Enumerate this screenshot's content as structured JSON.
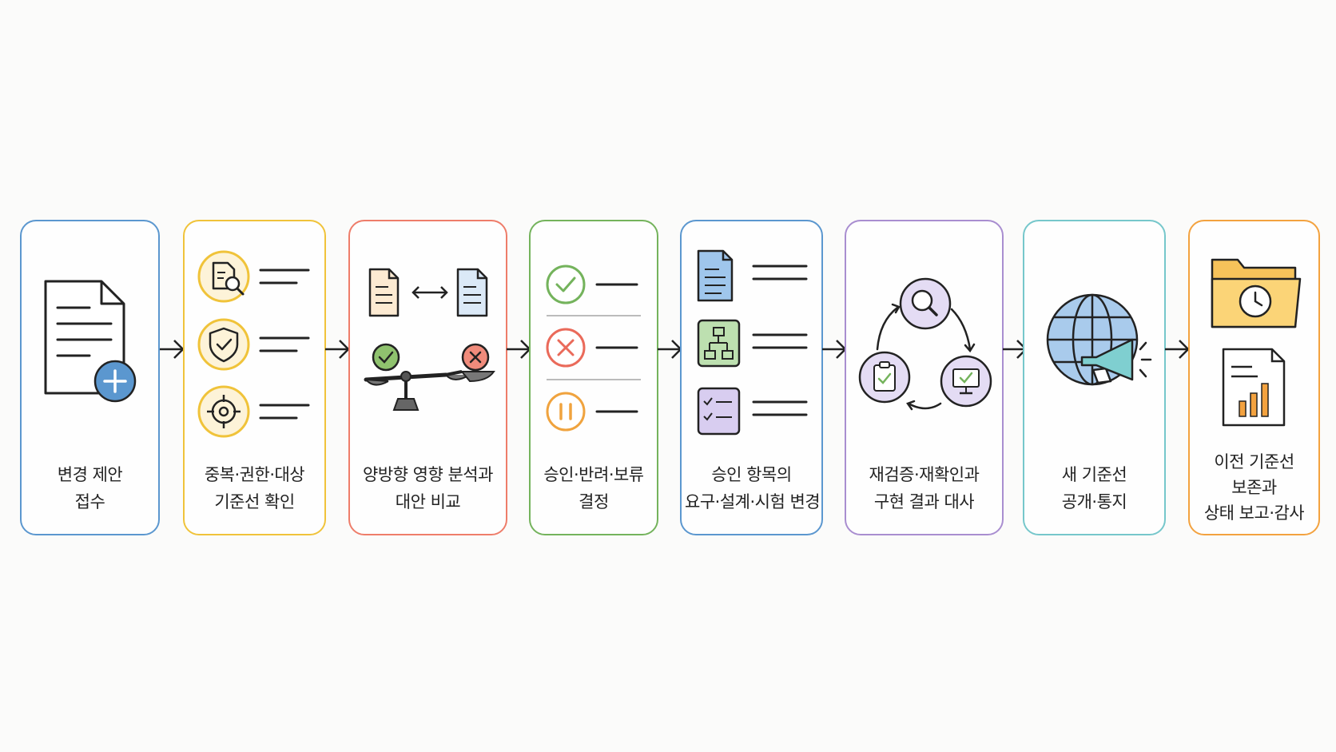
{
  "colors": {
    "blue": "#5b97cf",
    "yellow": "#f0c33a",
    "red": "#ee7d6a",
    "green": "#74b35c",
    "purple": "#a98ed0",
    "teal": "#76c7cb",
    "orange": "#f3a23f"
  },
  "steps": [
    {
      "lines": [
        "변경 제안",
        "접수"
      ]
    },
    {
      "lines": [
        "중복·권한·대상",
        "기준선 확인"
      ]
    },
    {
      "lines": [
        "양방향 영향 분석과",
        "대안 비교"
      ]
    },
    {
      "lines": [
        "승인·반려·보류",
        "결정"
      ]
    },
    {
      "lines": [
        "승인 항목의",
        "요구·설계·시험 변경"
      ]
    },
    {
      "lines": [
        "재검증·재확인과",
        "구현 결과 대사"
      ]
    },
    {
      "lines": [
        "새 기준선",
        "공개·통지"
      ]
    },
    {
      "lines": [
        "이전 기준선",
        "보존과",
        "상태 보고·감사"
      ]
    }
  ]
}
